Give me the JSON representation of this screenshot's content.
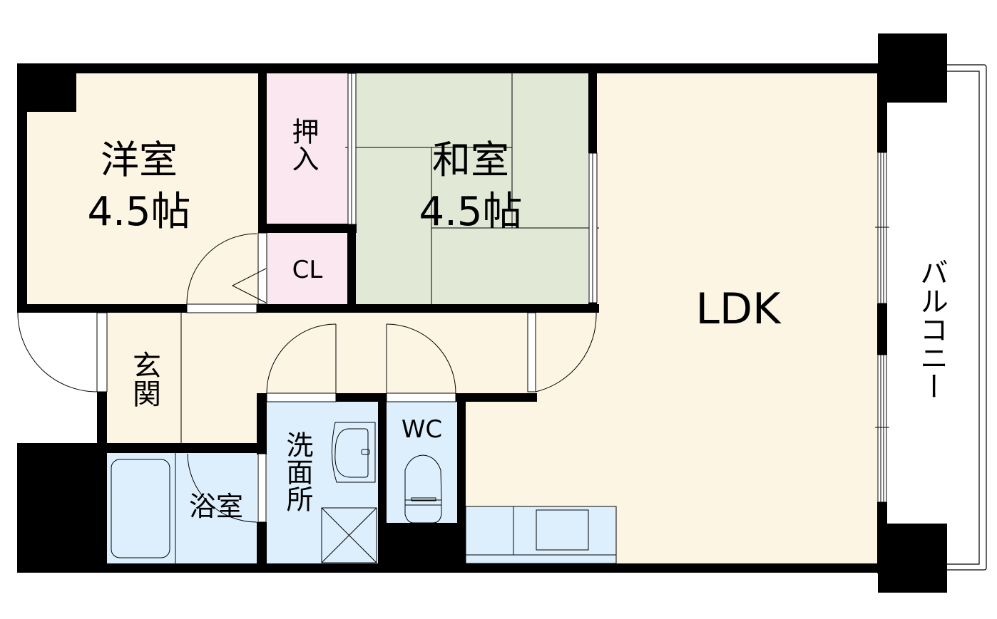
{
  "floorplan": {
    "colors": {
      "wall": "#000000",
      "living_floor": "#fdf5e3",
      "tatami": "#e2e8d6",
      "closet": "#fbe7ef",
      "wet_area": "#ddeffc",
      "balcony": "#ffffff"
    },
    "rooms": {
      "western_room": {
        "name": "洋室",
        "size": "4.5帖"
      },
      "japanese_room": {
        "name": "和室",
        "size": "4.5帖"
      },
      "oshiire": {
        "name": "押入"
      },
      "closet": {
        "name": "CL"
      },
      "ldk": {
        "name": "LDK"
      },
      "entrance": {
        "name": "玄関"
      },
      "bathroom": {
        "name": "浴室"
      },
      "washroom": {
        "name": "洗面所"
      },
      "toilet": {
        "name": "WC"
      },
      "balcony": {
        "name": "バルコニー"
      }
    }
  }
}
